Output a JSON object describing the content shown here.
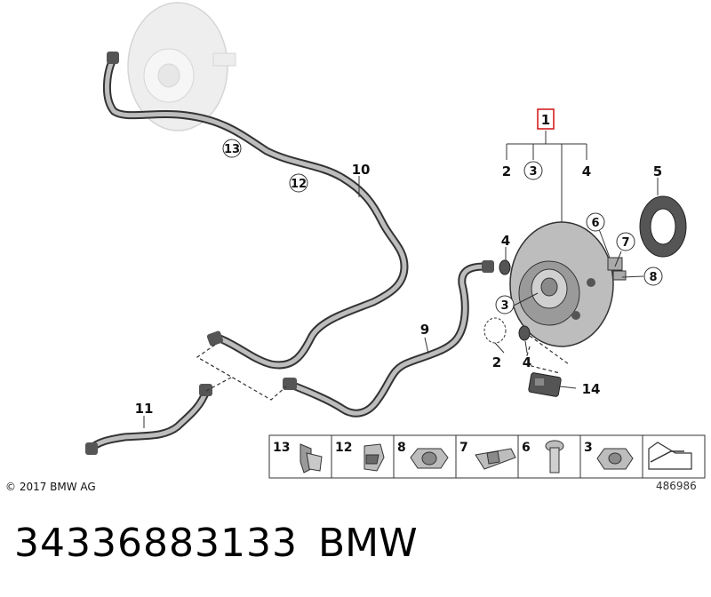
{
  "callouts": {
    "c1": "1",
    "c2a": "2",
    "c3a": "3",
    "c4a": "4",
    "c5": "5",
    "c6": "6",
    "c7": "7",
    "c8": "8",
    "c4b": "4",
    "c3b": "3",
    "c2b": "2",
    "c4c": "4",
    "c14": "14",
    "c9": "9",
    "c10": "10",
    "c11": "11",
    "c12": "12",
    "c13": "13"
  },
  "strip": {
    "s13": "13",
    "s12": "12",
    "s8": "8",
    "s7": "7",
    "s6": "6",
    "s3": "3"
  },
  "footer": {
    "copyright": "© 2017 BMW AG",
    "ref": "486986",
    "part_number": "34336883133",
    "brand": "BMW"
  },
  "colors": {
    "highlight": "#d01010",
    "line": "#333333",
    "ghost": "#d8d8d8"
  }
}
